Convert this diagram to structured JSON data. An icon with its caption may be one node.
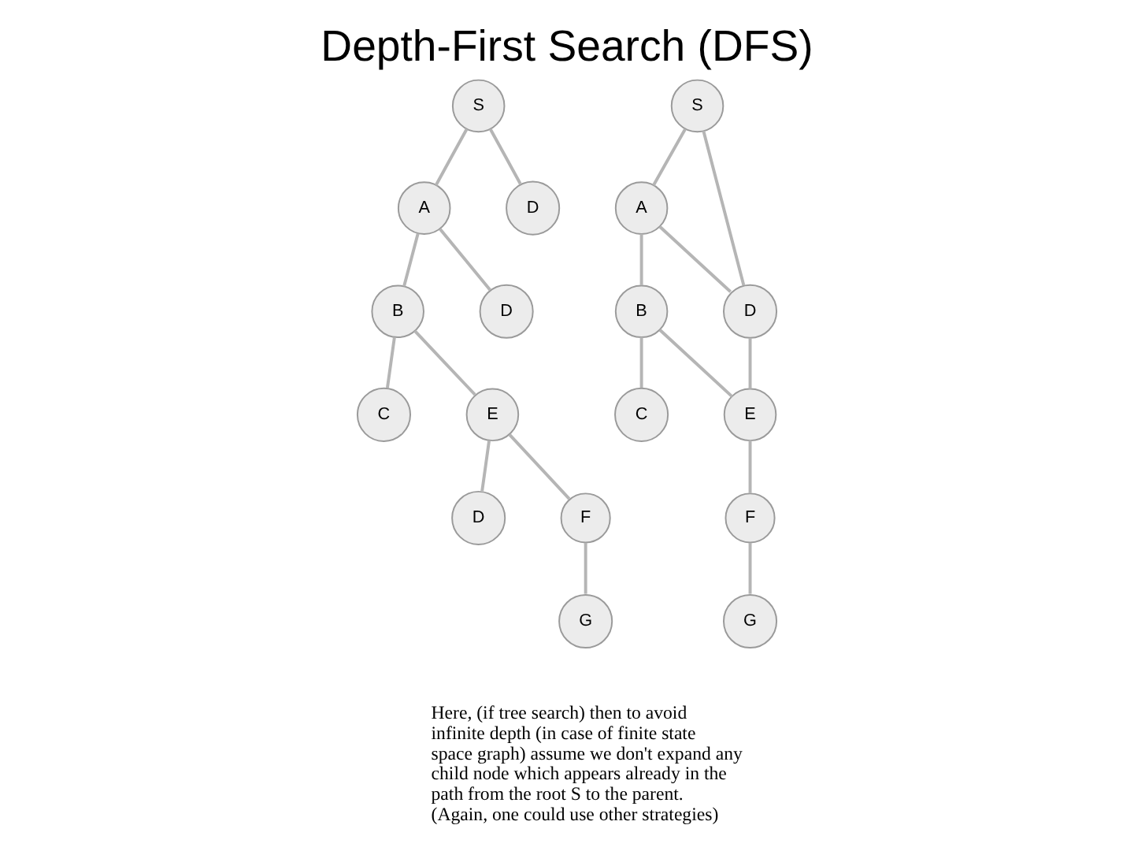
{
  "diagram": {
    "title": "Depth-First Search (DFS)",
    "nodes": [
      {
        "text": [
          "S"
        ]
      },
      {
        "text": [
          "A"
        ]
      },
      {
        "text": [
          "D"
        ]
      },
      {
        "text": [
          "B"
        ]
      },
      {
        "text": [
          "D"
        ]
      },
      {
        "text": [
          "C"
        ]
      },
      {
        "text": [
          "E"
        ]
      },
      {
        "text": [
          "D"
        ]
      },
      {
        "text": [
          "F"
        ]
      },
      {
        "text": [
          "G"
        ]
      },
      {
        "text": [
          "A"
        ]
      },
      {
        "text": [
          "B"
        ]
      },
      {
        "text": [
          "C"
        ]
      },
      {
        "text": [
          "S"
        ]
      },
      {
        "text": [
          "G"
        ]
      },
      {
        "text": [
          "D"
        ]
      },
      {
        "text": [
          "E"
        ]
      },
      {
        "text": [
          "F"
        ]
      }
    ],
    "edges": [
      {
        "from": 0,
        "to": 1,
        "arrow": "none"
      },
      {
        "from": 0,
        "to": 2,
        "arrow": "none"
      },
      {
        "from": 1,
        "to": 3,
        "arrow": "none"
      },
      {
        "from": 1,
        "to": 4,
        "arrow": "none"
      },
      {
        "from": 3,
        "to": 5,
        "arrow": "none"
      },
      {
        "from": 3,
        "to": 6,
        "arrow": "none"
      },
      {
        "from": 6,
        "to": 7,
        "arrow": "none"
      },
      {
        "from": 6,
        "to": 8,
        "arrow": "none"
      },
      {
        "from": 8,
        "to": 9,
        "arrow": "none"
      },
      {
        "from": 13,
        "to": 10,
        "arrow": "none"
      },
      {
        "from": 13,
        "to": 15,
        "arrow": "none"
      },
      {
        "from": 10,
        "to": 11,
        "arrow": "none"
      },
      {
        "from": 10,
        "to": 15,
        "arrow": "none"
      },
      {
        "from": 11,
        "to": 12,
        "arrow": "none"
      },
      {
        "from": 11,
        "to": 16,
        "arrow": "none"
      },
      {
        "from": 15,
        "to": 16,
        "arrow": "none"
      },
      {
        "from": 16,
        "to": 17,
        "arrow": "none"
      },
      {
        "from": 17,
        "to": 14,
        "arrow": "none"
      }
    ],
    "labels": [
      "Here, (if tree search) then to avoid infinite depth (in case of finite state space graph) assume we don't expand any child node which appears already in the path from the root S to the parent. (Again, one could use other strategies)"
    ]
  }
}
